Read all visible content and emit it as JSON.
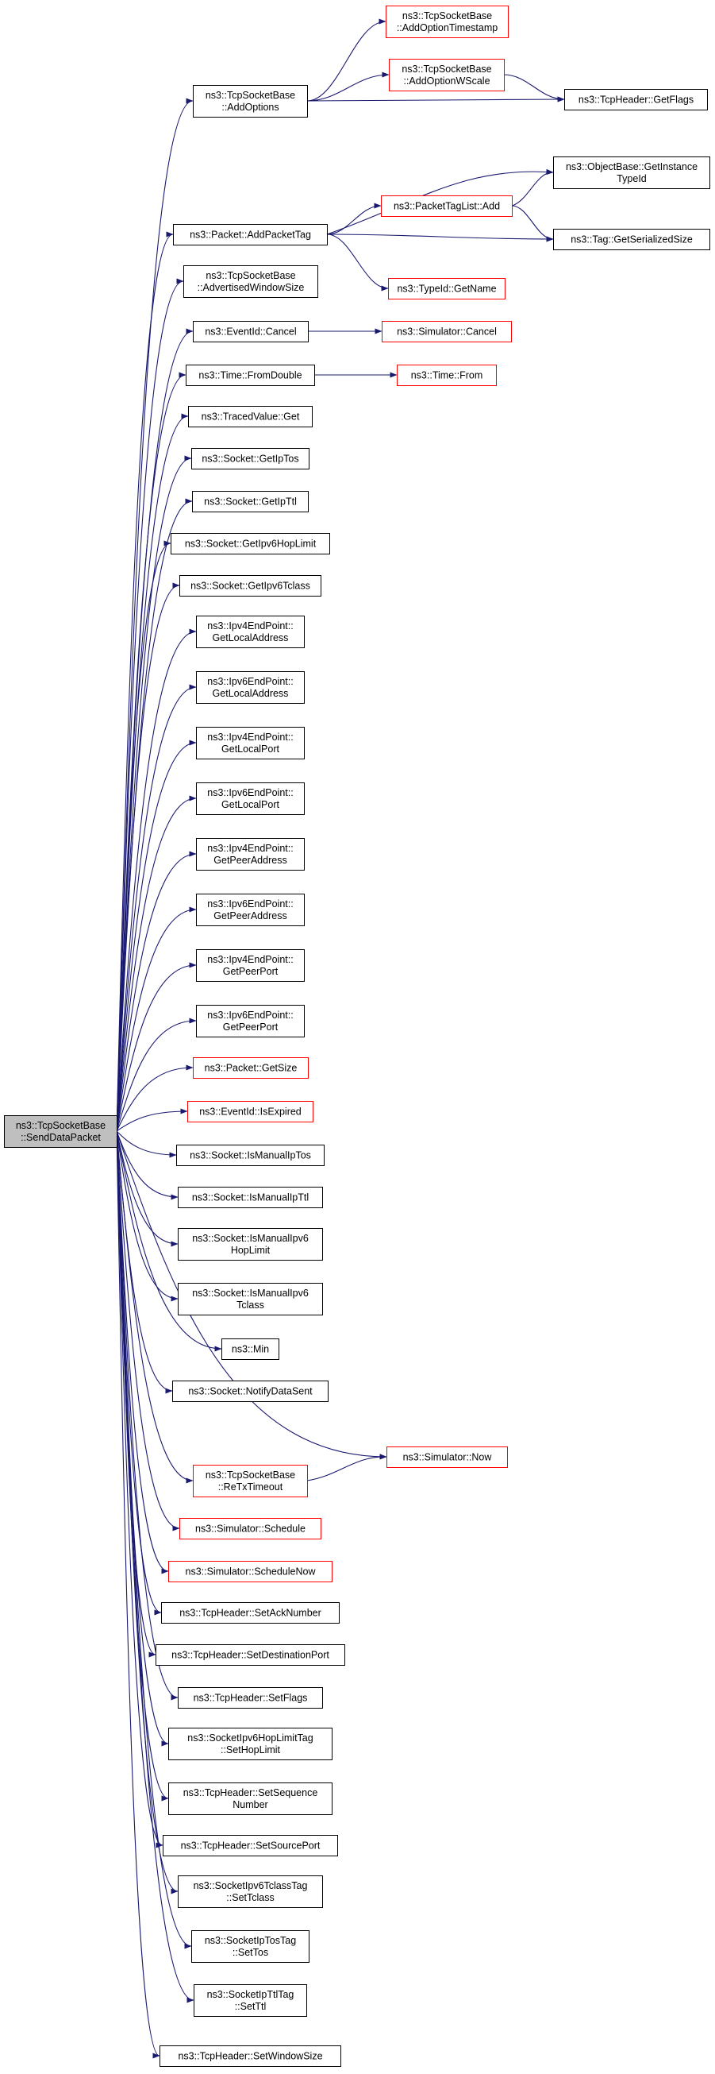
{
  "colors": {
    "edge": "#191970",
    "border_normal": "#000000",
    "border_truncated": "#ff0000",
    "root_fill": "#bfbfbf",
    "node_fill": "#ffffff"
  },
  "root": {
    "id": "root",
    "lines": [
      "ns3::TcpSocketBase",
      "::SendDataPacket"
    ]
  },
  "nodes": [
    {
      "id": "addOptions",
      "lines": [
        "ns3::TcpSocketBase",
        "::AddOptions"
      ],
      "truncated": false
    },
    {
      "id": "addOptionTimestamp",
      "lines": [
        "ns3::TcpSocketBase",
        "::AddOptionTimestamp"
      ],
      "truncated": true
    },
    {
      "id": "addOptionWScale",
      "lines": [
        "ns3::TcpSocketBase",
        "::AddOptionWScale"
      ],
      "truncated": true
    },
    {
      "id": "tcpHeaderGetFlags",
      "lines": [
        "ns3::TcpHeader::GetFlags"
      ],
      "truncated": false
    },
    {
      "id": "objectBaseGetInstanceTypeId",
      "lines": [
        "ns3::ObjectBase::GetInstance",
        "TypeId"
      ],
      "truncated": false
    },
    {
      "id": "packetAddPacketTag",
      "lines": [
        "ns3::Packet::AddPacketTag"
      ],
      "truncated": false
    },
    {
      "id": "packetTagListAdd",
      "lines": [
        "ns3::PacketTagList::Add"
      ],
      "truncated": true
    },
    {
      "id": "tagGetSerializedSize",
      "lines": [
        "ns3::Tag::GetSerializedSize"
      ],
      "truncated": false
    },
    {
      "id": "advertisedWindowSize",
      "lines": [
        "ns3::TcpSocketBase",
        "::AdvertisedWindowSize"
      ],
      "truncated": false
    },
    {
      "id": "typeIdGetName",
      "lines": [
        "ns3::TypeId::GetName"
      ],
      "truncated": true
    },
    {
      "id": "eventIdCancel",
      "lines": [
        "ns3::EventId::Cancel"
      ],
      "truncated": false
    },
    {
      "id": "simulatorCancel",
      "lines": [
        "ns3::Simulator::Cancel"
      ],
      "truncated": true
    },
    {
      "id": "timeFromDouble",
      "lines": [
        "ns3::Time::FromDouble"
      ],
      "truncated": false
    },
    {
      "id": "timeFrom",
      "lines": [
        "ns3::Time::From"
      ],
      "truncated": true
    },
    {
      "id": "tracedValueGet",
      "lines": [
        "ns3::TracedValue::Get"
      ],
      "truncated": false
    },
    {
      "id": "socketGetIpTos",
      "lines": [
        "ns3::Socket::GetIpTos"
      ],
      "truncated": false
    },
    {
      "id": "socketGetIpTtl",
      "lines": [
        "ns3::Socket::GetIpTtl"
      ],
      "truncated": false
    },
    {
      "id": "socketGetIpv6HopLimit",
      "lines": [
        "ns3::Socket::GetIpv6HopLimit"
      ],
      "truncated": false
    },
    {
      "id": "socketGetIpv6Tclass",
      "lines": [
        "ns3::Socket::GetIpv6Tclass"
      ],
      "truncated": false
    },
    {
      "id": "ipv4GetLocalAddress",
      "lines": [
        "ns3::Ipv4EndPoint::",
        "GetLocalAddress"
      ],
      "truncated": false
    },
    {
      "id": "ipv6GetLocalAddress",
      "lines": [
        "ns3::Ipv6EndPoint::",
        "GetLocalAddress"
      ],
      "truncated": false
    },
    {
      "id": "ipv4GetLocalPort",
      "lines": [
        "ns3::Ipv4EndPoint::",
        "GetLocalPort"
      ],
      "truncated": false
    },
    {
      "id": "ipv6GetLocalPort",
      "lines": [
        "ns3::Ipv6EndPoint::",
        "GetLocalPort"
      ],
      "truncated": false
    },
    {
      "id": "ipv4GetPeerAddress",
      "lines": [
        "ns3::Ipv4EndPoint::",
        "GetPeerAddress"
      ],
      "truncated": false
    },
    {
      "id": "ipv6GetPeerAddress",
      "lines": [
        "ns3::Ipv6EndPoint::",
        "GetPeerAddress"
      ],
      "truncated": false
    },
    {
      "id": "ipv4GetPeerPort",
      "lines": [
        "ns3::Ipv4EndPoint::",
        "GetPeerPort"
      ],
      "truncated": false
    },
    {
      "id": "ipv6GetPeerPort",
      "lines": [
        "ns3::Ipv6EndPoint::",
        "GetPeerPort"
      ],
      "truncated": false
    },
    {
      "id": "packetGetSize",
      "lines": [
        "ns3::Packet::GetSize"
      ],
      "truncated": true
    },
    {
      "id": "eventIdIsExpired",
      "lines": [
        "ns3::EventId::IsExpired"
      ],
      "truncated": true
    },
    {
      "id": "socketIsManualIpTos",
      "lines": [
        "ns3::Socket::IsManualIpTos"
      ],
      "truncated": false
    },
    {
      "id": "socketIsManualIpTtl",
      "lines": [
        "ns3::Socket::IsManualIpTtl"
      ],
      "truncated": false
    },
    {
      "id": "socketIsManualIpv6HopLimit",
      "lines": [
        "ns3::Socket::IsManualIpv6",
        "HopLimit"
      ],
      "truncated": false
    },
    {
      "id": "socketIsManualIpv6Tclass",
      "lines": [
        "ns3::Socket::IsManualIpv6",
        "Tclass"
      ],
      "truncated": false
    },
    {
      "id": "min",
      "lines": [
        "ns3::Min"
      ],
      "truncated": false
    },
    {
      "id": "socketNotifyDataSent",
      "lines": [
        "ns3::Socket::NotifyDataSent"
      ],
      "truncated": false
    },
    {
      "id": "simulatorNow",
      "lines": [
        "ns3::Simulator::Now"
      ],
      "truncated": true
    },
    {
      "id": "reTxTimeout",
      "lines": [
        "ns3::TcpSocketBase",
        "::ReTxTimeout"
      ],
      "truncated": true
    },
    {
      "id": "simulatorSchedule",
      "lines": [
        "ns3::Simulator::Schedule"
      ],
      "truncated": true
    },
    {
      "id": "simulatorScheduleNow",
      "lines": [
        "ns3::Simulator::ScheduleNow"
      ],
      "truncated": true
    },
    {
      "id": "setAckNumber",
      "lines": [
        "ns3::TcpHeader::SetAckNumber"
      ],
      "truncated": false
    },
    {
      "id": "setDestinationPort",
      "lines": [
        "ns3::TcpHeader::SetDestinationPort"
      ],
      "truncated": false
    },
    {
      "id": "setFlags",
      "lines": [
        "ns3::TcpHeader::SetFlags"
      ],
      "truncated": false
    },
    {
      "id": "setHopLimit",
      "lines": [
        "ns3::SocketIpv6HopLimitTag",
        "::SetHopLimit"
      ],
      "truncated": false
    },
    {
      "id": "setSequenceNumber",
      "lines": [
        "ns3::TcpHeader::SetSequence",
        "Number"
      ],
      "truncated": false
    },
    {
      "id": "setSourcePort",
      "lines": [
        "ns3::TcpHeader::SetSourcePort"
      ],
      "truncated": false
    },
    {
      "id": "setTclass",
      "lines": [
        "ns3::SocketIpv6TclassTag",
        "::SetTclass"
      ],
      "truncated": false
    },
    {
      "id": "setTos",
      "lines": [
        "ns3::SocketIpTosTag",
        "::SetTos"
      ],
      "truncated": false
    },
    {
      "id": "setTtl",
      "lines": [
        "ns3::SocketIpTtlTag",
        "::SetTtl"
      ],
      "truncated": false
    },
    {
      "id": "setWindowSize",
      "lines": [
        "ns3::TcpHeader::SetWindowSize"
      ],
      "truncated": false
    }
  ],
  "edges": [
    [
      "root",
      "addOptions"
    ],
    [
      "root",
      "packetAddPacketTag"
    ],
    [
      "root",
      "advertisedWindowSize"
    ],
    [
      "root",
      "eventIdCancel"
    ],
    [
      "root",
      "timeFromDouble"
    ],
    [
      "root",
      "tracedValueGet"
    ],
    [
      "root",
      "socketGetIpTos"
    ],
    [
      "root",
      "socketGetIpTtl"
    ],
    [
      "root",
      "socketGetIpv6HopLimit"
    ],
    [
      "root",
      "socketGetIpv6Tclass"
    ],
    [
      "root",
      "ipv4GetLocalAddress"
    ],
    [
      "root",
      "ipv6GetLocalAddress"
    ],
    [
      "root",
      "ipv4GetLocalPort"
    ],
    [
      "root",
      "ipv6GetLocalPort"
    ],
    [
      "root",
      "ipv4GetPeerAddress"
    ],
    [
      "root",
      "ipv6GetPeerAddress"
    ],
    [
      "root",
      "ipv4GetPeerPort"
    ],
    [
      "root",
      "ipv6GetPeerPort"
    ],
    [
      "root",
      "packetGetSize"
    ],
    [
      "root",
      "eventIdIsExpired"
    ],
    [
      "root",
      "socketIsManualIpTos"
    ],
    [
      "root",
      "socketIsManualIpTtl"
    ],
    [
      "root",
      "socketIsManualIpv6HopLimit"
    ],
    [
      "root",
      "socketIsManualIpv6Tclass"
    ],
    [
      "root",
      "min"
    ],
    [
      "root",
      "socketNotifyDataSent"
    ],
    [
      "root",
      "simulatorNow"
    ],
    [
      "root",
      "reTxTimeout"
    ],
    [
      "root",
      "simulatorSchedule"
    ],
    [
      "root",
      "simulatorScheduleNow"
    ],
    [
      "root",
      "setAckNumber"
    ],
    [
      "root",
      "setDestinationPort"
    ],
    [
      "root",
      "setFlags"
    ],
    [
      "root",
      "setHopLimit"
    ],
    [
      "root",
      "setSequenceNumber"
    ],
    [
      "root",
      "setSourcePort"
    ],
    [
      "root",
      "setTclass"
    ],
    [
      "root",
      "setTos"
    ],
    [
      "root",
      "setTtl"
    ],
    [
      "root",
      "setWindowSize"
    ],
    [
      "addOptions",
      "addOptionTimestamp"
    ],
    [
      "addOptions",
      "addOptionWScale"
    ],
    [
      "addOptions",
      "tcpHeaderGetFlags"
    ],
    [
      "addOptionWScale",
      "tcpHeaderGetFlags"
    ],
    [
      "packetAddPacketTag",
      "objectBaseGetInstanceTypeId"
    ],
    [
      "packetAddPacketTag",
      "packetTagListAdd"
    ],
    [
      "packetAddPacketTag",
      "tagGetSerializedSize"
    ],
    [
      "packetAddPacketTag",
      "typeIdGetName"
    ],
    [
      "packetTagListAdd",
      "objectBaseGetInstanceTypeId"
    ],
    [
      "packetTagListAdd",
      "tagGetSerializedSize"
    ],
    [
      "eventIdCancel",
      "simulatorCancel"
    ],
    [
      "timeFromDouble",
      "timeFrom"
    ],
    [
      "reTxTimeout",
      "simulatorNow"
    ]
  ]
}
